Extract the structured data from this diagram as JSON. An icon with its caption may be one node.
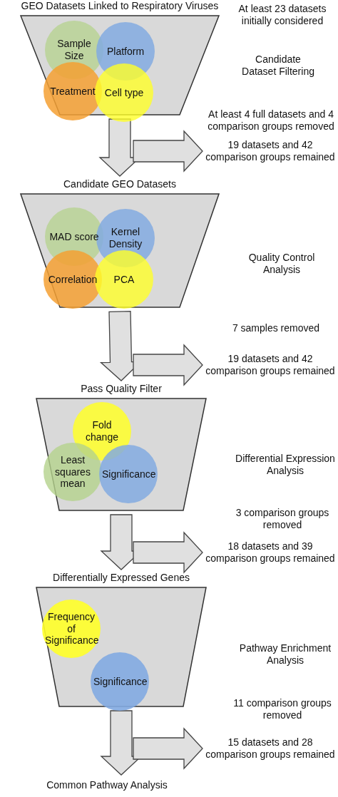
{
  "diagram": {
    "nodes": [
      {
        "text": [
          "GEO Datasets Linked to Respiratory Viruses"
        ]
      },
      {
        "text": [
          "Sample Size"
        ],
        "in": 0
      },
      {
        "text": [
          "Platform"
        ],
        "in": 0
      },
      {
        "text": [
          "Treatment"
        ],
        "in": 0
      },
      {
        "text": [
          "Cell type"
        ],
        "in": 0
      },
      {
        "text": [
          "19 datasets and 42 comparison groups remained"
        ]
      },
      {
        "text": [
          "Candidate GEO Datasets"
        ]
      },
      {
        "text": [
          "MAD score"
        ],
        "in": 6
      },
      {
        "text": [
          "Kernel Density"
        ],
        "in": 6
      },
      {
        "text": [
          "Correlation"
        ],
        "in": 6
      },
      {
        "text": [
          "PCA"
        ],
        "in": 6
      },
      {
        "text": [
          "19 datasets and 42 comparison groups remained"
        ]
      },
      {
        "text": [
          "Pass Quality Filter"
        ]
      },
      {
        "text": [
          "Fold change"
        ],
        "in": 12
      },
      {
        "text": [
          "Least squares mean"
        ],
        "in": 12
      },
      {
        "text": [
          "Significance"
        ],
        "in": 12
      },
      {
        "text": [
          "18 datasets and 39 comparison groups remained"
        ]
      },
      {
        "text": [
          "Differentially Expressed Genes"
        ]
      },
      {
        "text": [
          "Frequency of Significance"
        ],
        "in": 17
      },
      {
        "text": [
          "Significance"
        ],
        "in": 17
      },
      {
        "text": [
          "15 datasets and 28 comparison groups remained"
        ]
      },
      {
        "text": [
          "Common Pathway Analysis"
        ]
      }
    ],
    "edges": [
      {
        "from": 0,
        "to": 6,
        "arrow": "to"
      },
      {
        "from": null,
        "to": 5,
        "arrow": "to"
      },
      {
        "from": 6,
        "to": 12,
        "arrow": "to"
      },
      {
        "from": null,
        "to": 11,
        "arrow": "to"
      },
      {
        "from": 12,
        "to": 17,
        "arrow": "to"
      },
      {
        "from": null,
        "to": 16,
        "arrow": "to"
      },
      {
        "from": 17,
        "to": 21,
        "arrow": "to"
      },
      {
        "from": null,
        "to": 20,
        "arrow": "to"
      }
    ],
    "labels": [
      "At least 23 datasets initially considered",
      "Candidate Dataset Filtering",
      "At least 4 full datasets and 4 comparison groups removed",
      "Quality Control Analysis",
      "7 samples removed",
      "Differential Expression Analysis",
      "3 comparison groups removed",
      "Pathway Enrichment Analysis",
      "11 comparison groups removed"
    ]
  }
}
